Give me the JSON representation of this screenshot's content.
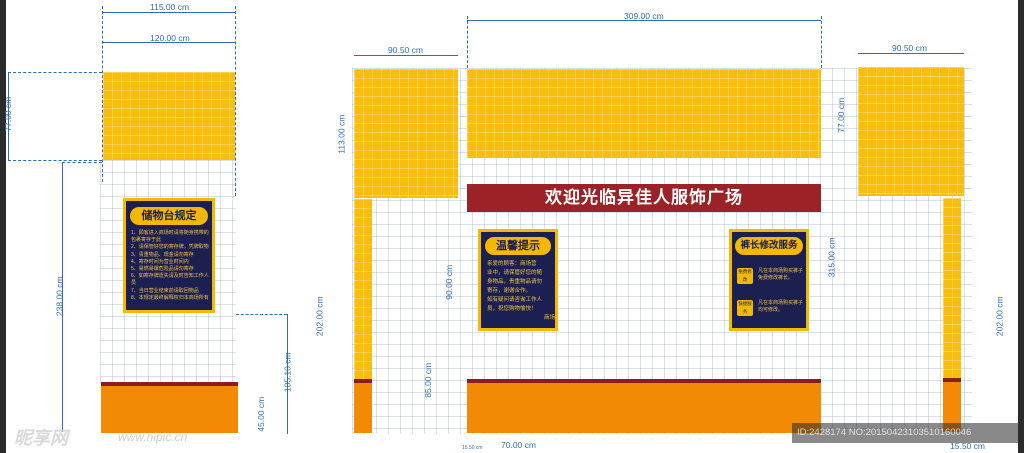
{
  "dimensions": {
    "left_top_width": "115.00 cm",
    "left_inner_width": "120.00 cm",
    "left_top_height": "77.00 cm",
    "left_full_height": "238.00 cm",
    "left_lower_height": "105.10 cm",
    "left_base_height": "45.00 cm",
    "center_top_width": "309.00 cm",
    "left_pillar_width": "90.50 cm",
    "right_pillar_width": "90.50 cm",
    "left_pillar_top_height": "113.00 cm",
    "left_pillar_height": "202.00 cm",
    "center_top_height": "77.00 cm",
    "center_total_height": "315.00 cm",
    "center_board_height": "90.00 cm",
    "center_base_height": "85.00 cm",
    "right_pillar_height": "202.00 cm",
    "center_bottom_width": "70.00 cm",
    "right_bottom_width": "15.50 cm",
    "left_bottom_small": "15.50 cm"
  },
  "banner": {
    "title": "欢迎光临异佳人服饰广场"
  },
  "boards": {
    "rules": {
      "title": "储物台规定",
      "lines": [
        "1、顾客进入商场时请将随身携带的包裹寄存于此",
        "2、请保管好您的寄存牌，凭牌取物",
        "3、贵重物品、现金请勿寄存",
        "4、寄存时间为营业时间内",
        "5、易燃易爆危险品请勿寄存",
        "6、如寄存牌遗失请及时告知工作人员",
        "7、当日营业结束前请取回物品",
        "8、本规定最终解释权归本商场所有"
      ]
    },
    "tips": {
      "title": "温馨提示",
      "lines": [
        "亲爱的顾客：商场营",
        "业中，请保管好您的随",
        "身物品，贵重物品请勿",
        "寄存，谢谢合作。",
        "如有疑问请咨询工作人",
        "员，祝您购物愉快！",
        "商场"
      ]
    },
    "service": {
      "title": "裤长修改服务",
      "items": [
        {
          "tag": "免费修改",
          "text": "凡在本商场购买裤子免费修改裤长。"
        },
        {
          "tag": "快捷服务",
          "text": "凡在本商场购买裤子均可修改。"
        }
      ]
    }
  },
  "watermark": {
    "brand": "昵享网",
    "url": "www.nipic.cn",
    "id": "ID:2428174 NO:20150423103510160046"
  },
  "colors": {
    "yellow": "#f9be0b",
    "orange": "#f28a06",
    "dark_red": "#8a1e1e",
    "banner_red": "#9b2226",
    "navy": "#1b2050",
    "dimension_blue": "#2f6db5"
  }
}
